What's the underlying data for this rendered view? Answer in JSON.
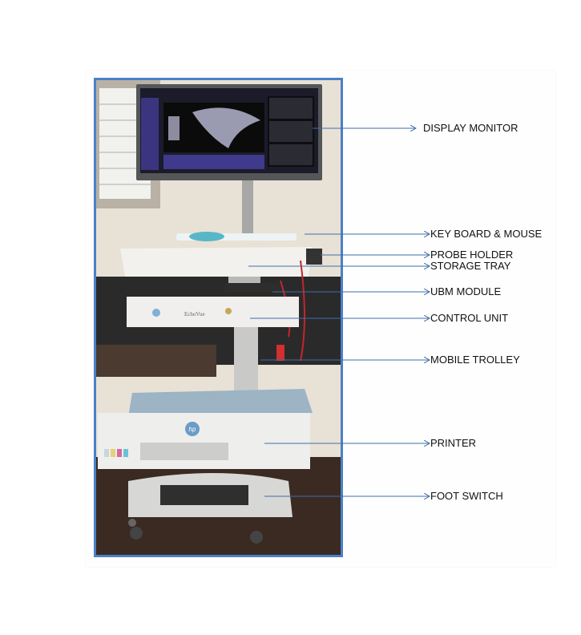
{
  "figure": {
    "brand_on_unit": "EchoVue",
    "labels": [
      {
        "id": "display-monitor",
        "text": "DISPLAY MONITOR"
      },
      {
        "id": "keyboard-mouse",
        "text": "KEY BOARD & MOUSE"
      },
      {
        "id": "probe-holder",
        "text": "PROBE HOLDER"
      },
      {
        "id": "storage-tray",
        "text": "STORAGE TRAY"
      },
      {
        "id": "ubm-module",
        "text": "UBM MODULE"
      },
      {
        "id": "control-unit",
        "text": "CONTROL UNIT"
      },
      {
        "id": "mobile-trolley",
        "text": "MOBILE TROLLEY"
      },
      {
        "id": "printer",
        "text": "PRINTER"
      },
      {
        "id": "foot-switch",
        "text": "FOOT SWITCH"
      }
    ],
    "printer_logo": "hp",
    "colors": {
      "frame": "#4a80c8",
      "leader": "#3f6ea8"
    }
  }
}
